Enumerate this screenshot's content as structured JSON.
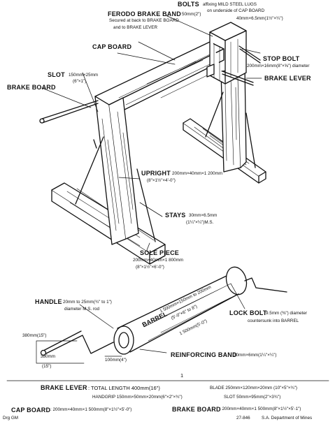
{
  "labels": {
    "bolts": {
      "title": "BOLTS",
      "line1": "affixing MILD STEEL LUGS",
      "line2": "on underside of CAP BOARD",
      "dims": "40mm×6.5mm(1½\"×¼\")"
    },
    "ferodo": {
      "title": "FERODO BRAKE BAND",
      "dim": "50mm(2\")",
      "line1": "Secured at back to BRAKE BOARD",
      "line2": "and to BRAKE LEVER"
    },
    "cap_board": {
      "title": "CAP BOARD"
    },
    "stop_bolt": {
      "title": "STOP BOLT",
      "dims": "200mm×16mm(8\"×⅝\") diameter"
    },
    "slot": {
      "title": "SLOT",
      "dims1": "150mm×25mm",
      "dims2": "(6\"×1\")"
    },
    "brake_board": {
      "title": "BRAKE BOARD"
    },
    "brake_lever": {
      "title": "BRAKE LEVER"
    },
    "upright": {
      "title": "UPRIGHT",
      "dims1": "200mm×40mm×1 200mm",
      "dims2": "(8\"×1½\"×4'-0\")"
    },
    "stays": {
      "title": "STAYS",
      "dims1": "30mm×6.5mm",
      "dims2": "(1¼\"×¼\")M.S."
    },
    "sole_piece": {
      "title": "SOLE PIECE",
      "dims1": "200mm×40mm×1 800mm",
      "dims2": "(8\"×1½\"×6'-0\")"
    },
    "handle": {
      "title": "HANDLE",
      "dims1": "20mm to 25mm(¾\" to 1\")",
      "dims2": "diameter M.S. rod"
    },
    "lock_bolt": {
      "title": "LOCK BOLT",
      "dims1": "9.5mm (⅜\") diameter",
      "dims2": "countersunk into BARREL"
    },
    "barrel": {
      "title": "BARREL",
      "dims": "1 500mm×150mm to 200mm",
      "dims_imperial": "(5'-0\"×6\" to 8\")",
      "length": "1 500mm(5'-0\")"
    },
    "reinforcing": {
      "title": "REINFORCING BAND",
      "dims": "30mm×6mm(1¼\"×¼\")"
    },
    "dim_380a": "380mm(15\")",
    "dim_380b": "380mm",
    "dim_15": "(15\")",
    "dim_100": "100mm(4\")"
  },
  "legend": {
    "brake_lever_title": "BRAKE LEVER",
    "brake_lever_text": ": TOTAL LENGTH 400mm(16\")",
    "blade": "BLADE 250mm×120mm×20mm (10\"×5\"×¾\")",
    "handgrip": "HANDGRIP 150mm×50mm×20mm(6\"×2\"×¾\")",
    "slot": "SLOT 50mm×95mm(2\"×3¾\")",
    "cap_board_title": "CAP BOARD",
    "cap_board_text": ": 200mm×40mm×1 500mm(8\"×1½\"×5'-0\")",
    "brake_board_title": "BRAKE BOARD",
    "brake_board_text": ": 200mm×40mm×1 500mm(8\"×1½\"×5'-1\")",
    "drg": "Drg GM",
    "source": "S.A. Department of Mines",
    "ref": "27-846",
    "mark": "1"
  }
}
